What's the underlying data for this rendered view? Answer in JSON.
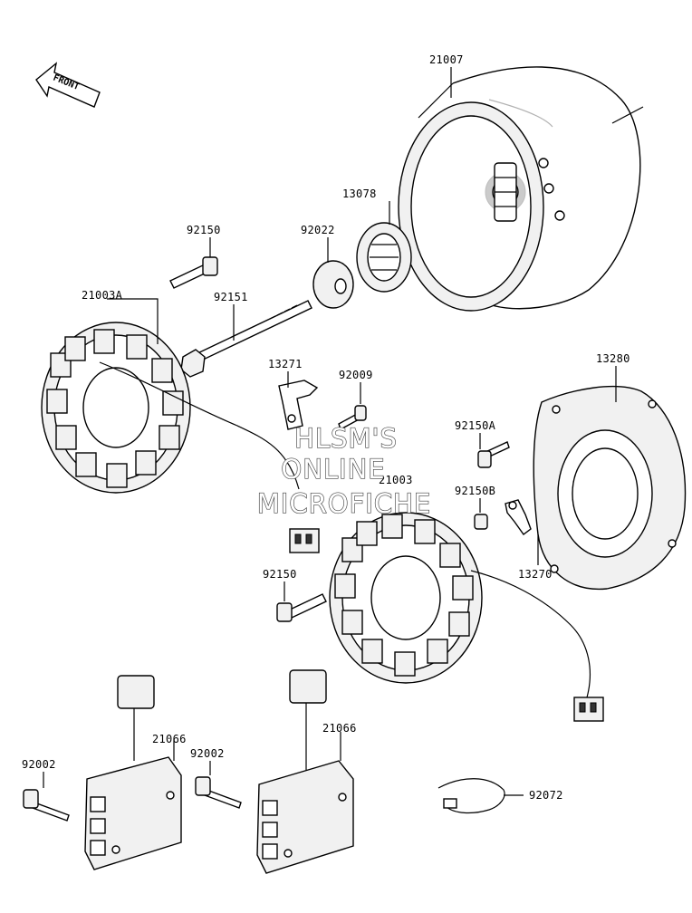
{
  "front_label": "FRONT",
  "watermark": {
    "line1": "HLSM'S",
    "line2": "ONLINE",
    "line3": "MICROFICHE"
  },
  "parts": [
    {
      "id": "21007",
      "label": "21007"
    },
    {
      "id": "13078",
      "label": "13078"
    },
    {
      "id": "92022",
      "label": "92022"
    },
    {
      "id": "92150-top",
      "label": "92150"
    },
    {
      "id": "21003A",
      "label": "21003A"
    },
    {
      "id": "92151",
      "label": "92151"
    },
    {
      "id": "13271",
      "label": "13271"
    },
    {
      "id": "92009",
      "label": "92009"
    },
    {
      "id": "13280",
      "label": "13280"
    },
    {
      "id": "92150A",
      "label": "92150A"
    },
    {
      "id": "21003",
      "label": "21003"
    },
    {
      "id": "92150B",
      "label": "92150B"
    },
    {
      "id": "13270",
      "label": "13270"
    },
    {
      "id": "92150-mid",
      "label": "92150"
    },
    {
      "id": "21066-left",
      "label": "21066"
    },
    {
      "id": "21066-right",
      "label": "21066"
    },
    {
      "id": "92002-left",
      "label": "92002"
    },
    {
      "id": "92002-right",
      "label": "92002"
    },
    {
      "id": "92072",
      "label": "92072"
    }
  ]
}
